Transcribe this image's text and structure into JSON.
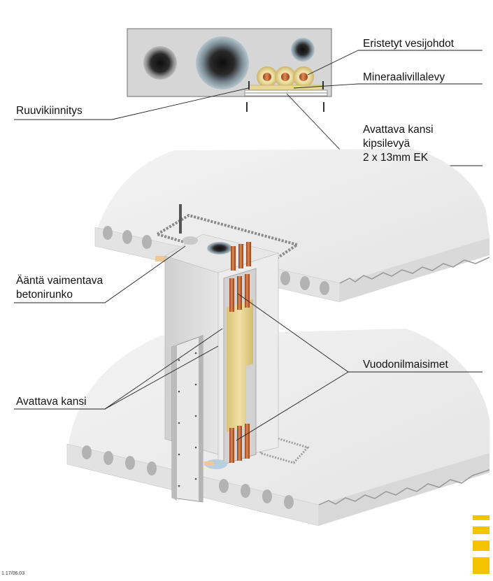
{
  "labels": {
    "insulated_pipes": "Eristetyt vesijohdot",
    "mineral_wool": "Mineraalivillalevy",
    "screw_fixing": "Ruuvikiinnitys",
    "cover_line1": "Avattava kansi",
    "cover_line2": "kipsilevyä",
    "cover_line3": "2 x 13mm EK",
    "concrete_line1": "Ääntä vaimentava",
    "concrete_line2": "betonirunko",
    "leak_detectors": "Vuodonilmaisimet",
    "opening_cover": "Avattava kansi"
  },
  "footer_code": "1.17/06.03",
  "colors": {
    "accent": "#f5c400",
    "wool": "#e6d28a",
    "copper": "#c4622e",
    "concrete": "#dedede"
  }
}
